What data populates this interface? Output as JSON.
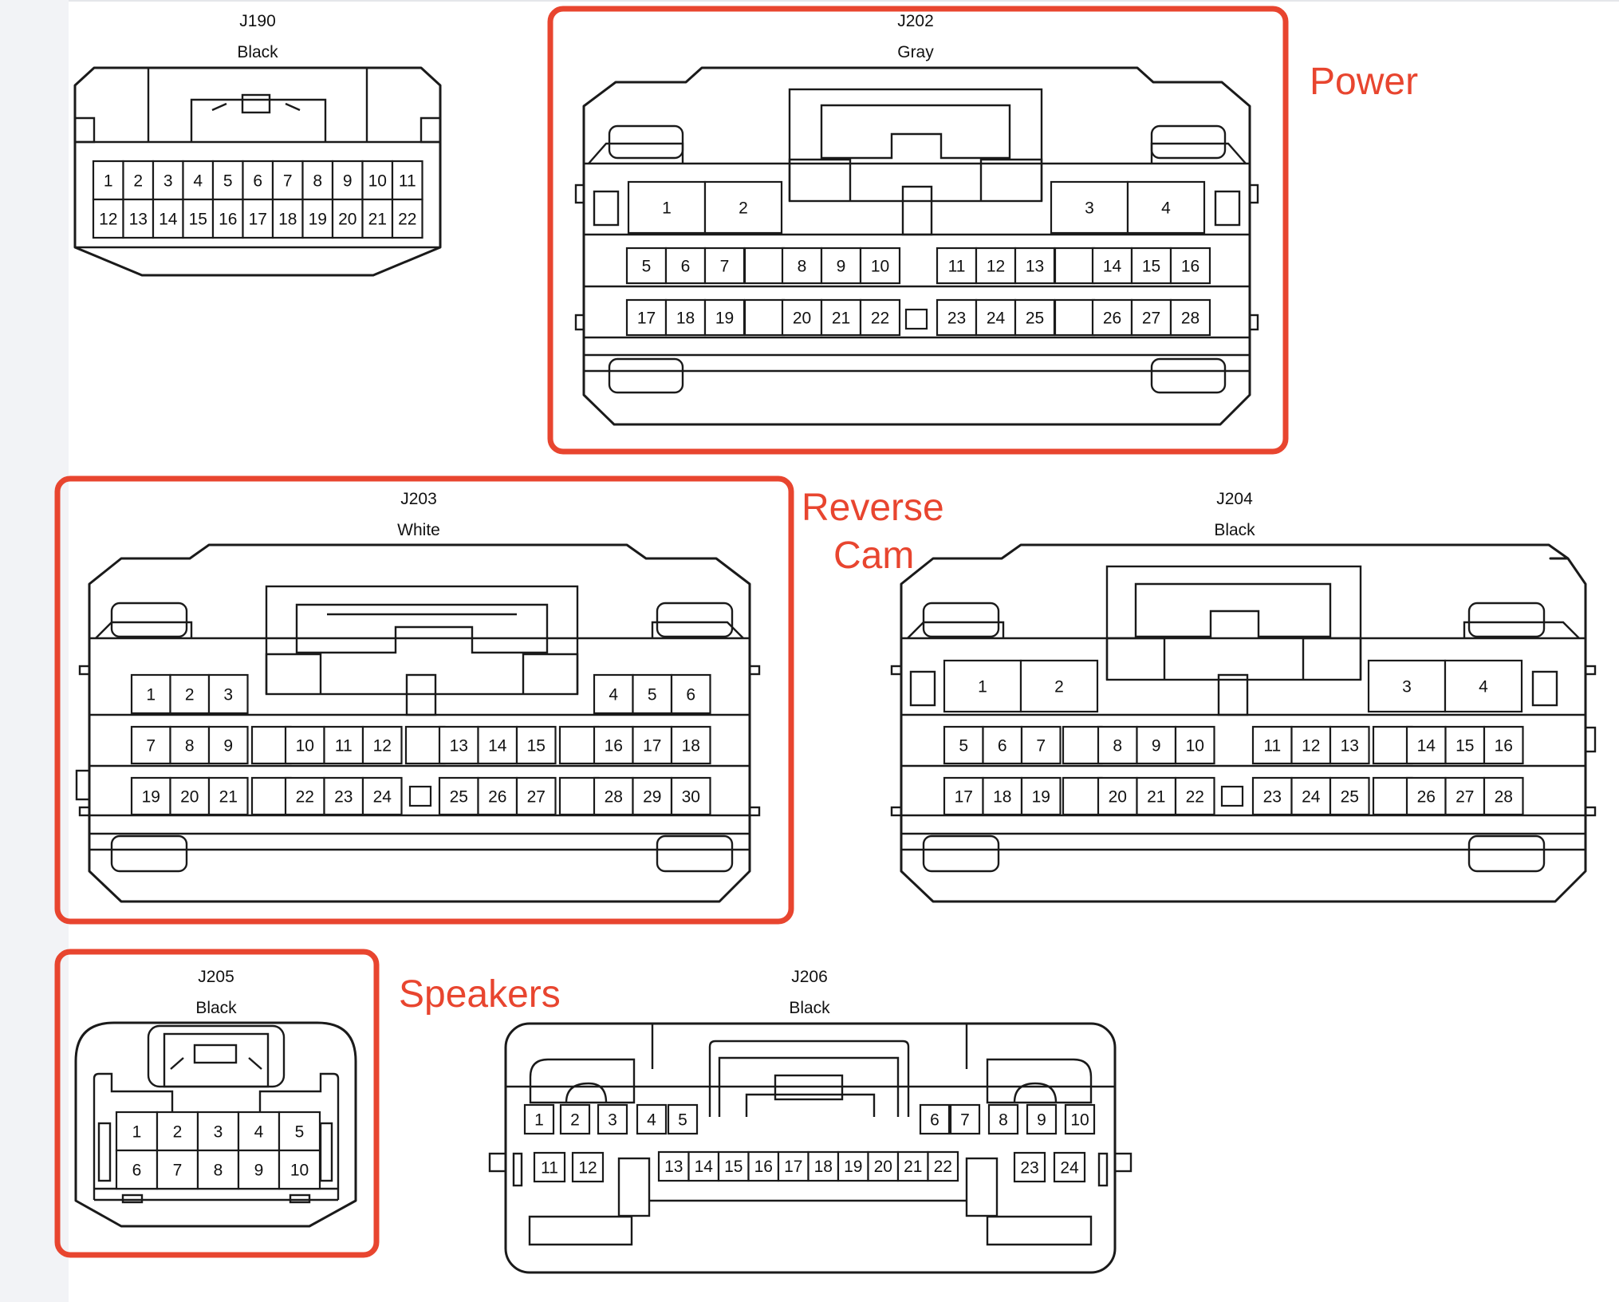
{
  "connectors": [
    {
      "id": "J190",
      "color": "Black"
    },
    {
      "id": "J202",
      "color": "Gray"
    },
    {
      "id": "J203",
      "color": "White"
    },
    {
      "id": "J204",
      "color": "Black"
    },
    {
      "id": "J205",
      "color": "Black"
    },
    {
      "id": "J206",
      "color": "Black"
    }
  ],
  "annotations": {
    "power": "Power",
    "reverse_cam_line1": "Reverse",
    "reverse_cam_line2": "Cam",
    "speakers": "Speakers"
  },
  "annotation_color": "#e8452f"
}
